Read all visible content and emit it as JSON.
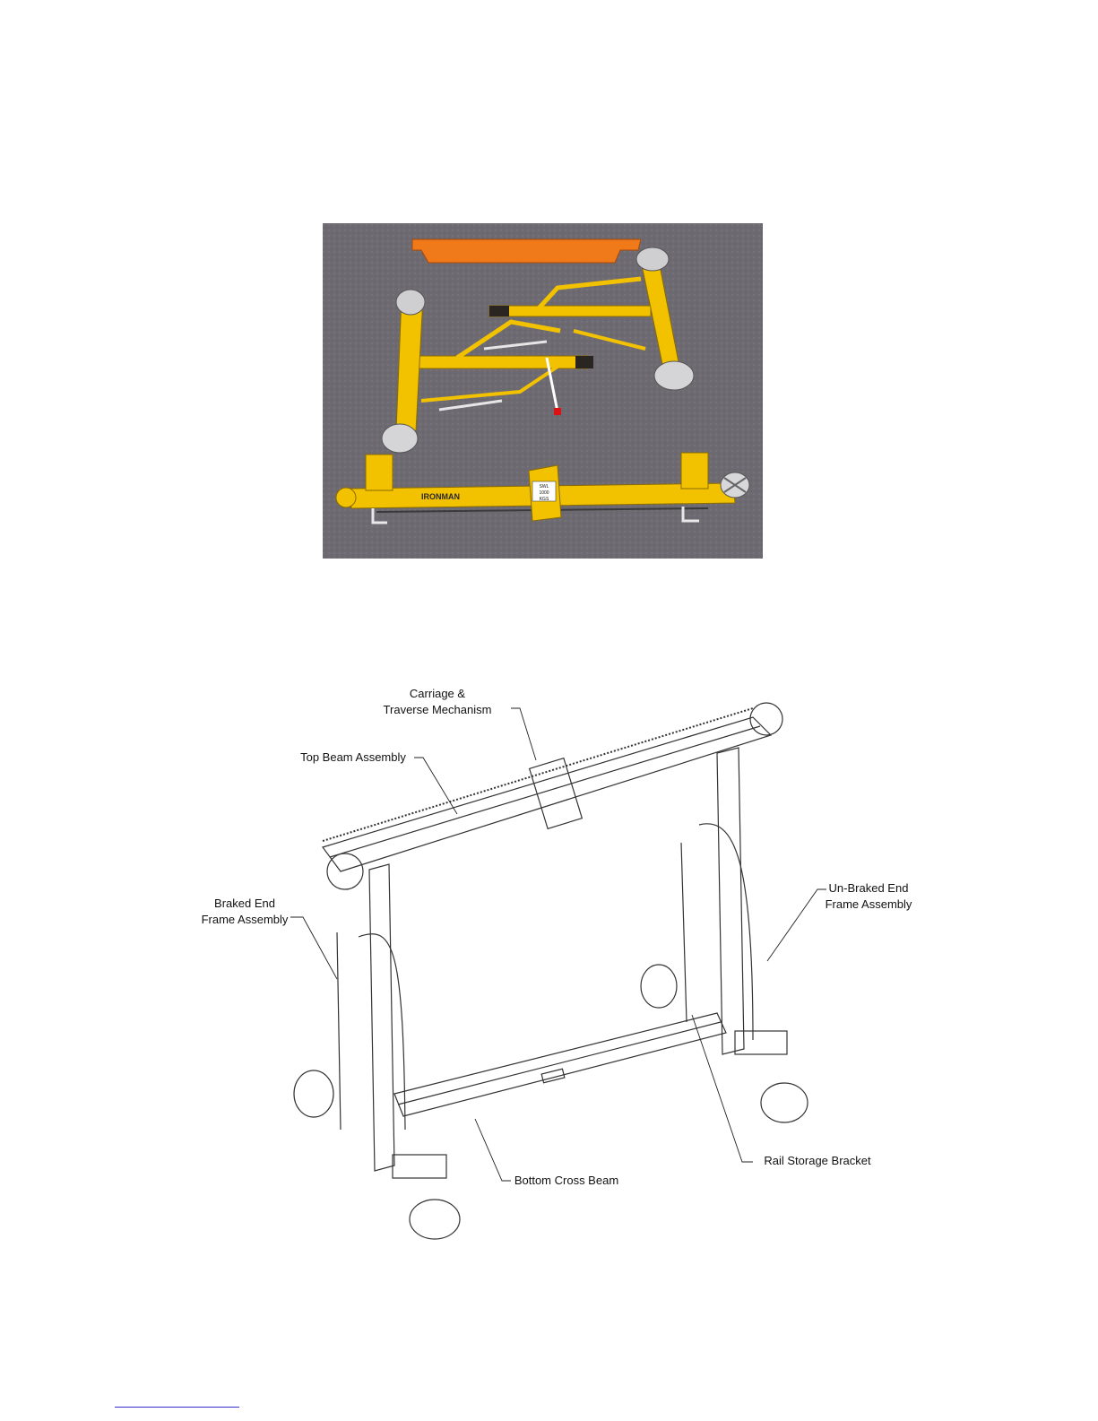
{
  "photo": {
    "beam_label": "IRONMAN",
    "plate_text": [
      "SWL",
      "1000",
      "KGS"
    ]
  },
  "diagram": {
    "callouts": {
      "carriage": "Carriage &\nTraverse Mechanism",
      "top_beam": "Top Beam Assembly",
      "braked_end": "Braked End\nFrame Assembly",
      "unbraked_end": "Un-Braked End\nFrame Assembly",
      "rail_storage": "Rail Storage Bracket",
      "bottom_beam": "Bottom Cross Beam"
    }
  },
  "footer": {
    "link_text": ""
  },
  "colors": {
    "frame_yellow": "#f2c200",
    "top_beam_orange": "#f07a1a",
    "asphalt": "#6e6a72",
    "link_blue": "#3333cc"
  }
}
